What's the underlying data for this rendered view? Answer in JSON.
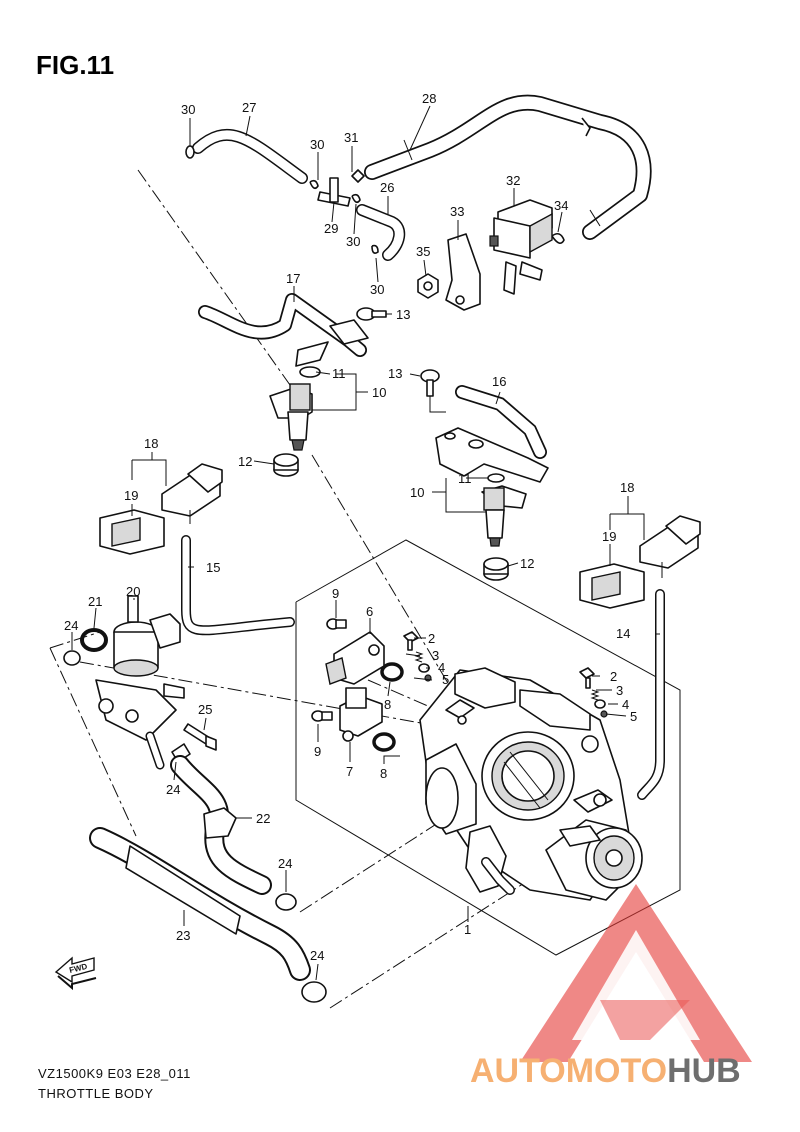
{
  "figure": {
    "title": "FIG.11"
  },
  "footer": {
    "code": "VZ1500K9 E03 E28_011",
    "caption": "THROTTLE BODY"
  },
  "fwd_label": "FWD",
  "watermark": {
    "part1": "AUTOMOTO",
    "part2": "HUB",
    "color1": "#f5a35a",
    "color2": "#555555",
    "mark_color": "#e53935"
  },
  "callouts": [
    "30",
    "27",
    "28",
    "30",
    "31",
    "26",
    "32",
    "33",
    "34",
    "29",
    "30",
    "35",
    "30",
    "17",
    "13",
    "13",
    "11",
    "16",
    "10",
    "18",
    "12",
    "19",
    "11",
    "10",
    "18",
    "15",
    "19",
    "12",
    "20",
    "21",
    "24",
    "6",
    "9",
    "2",
    "3",
    "4",
    "5",
    "14",
    "8",
    "2",
    "3",
    "4",
    "5",
    "25",
    "9",
    "7",
    "8",
    "24",
    "22",
    "24",
    "1",
    "23",
    "24"
  ]
}
